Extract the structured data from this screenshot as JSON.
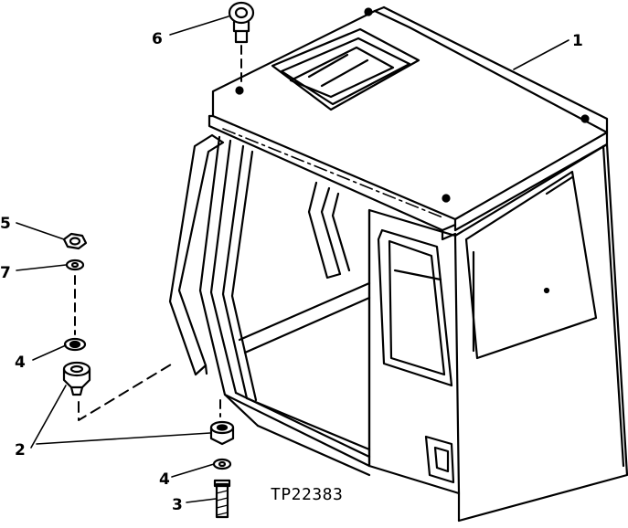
{
  "diagram": {
    "figure_id": "TP22383",
    "callouts": [
      {
        "id": "cab",
        "label": "1"
      },
      {
        "id": "pin-mount",
        "label": "2"
      },
      {
        "id": "bolt",
        "label": "3"
      },
      {
        "id": "washer-lower",
        "label": "4"
      },
      {
        "id": "washer-upper",
        "label": "4"
      },
      {
        "id": "nut",
        "label": "5"
      },
      {
        "id": "eye-bolt",
        "label": "6"
      },
      {
        "id": "lock-washer",
        "label": "7"
      }
    ]
  },
  "colors": {
    "ink": "#000000",
    "paper": "#ffffff"
  }
}
